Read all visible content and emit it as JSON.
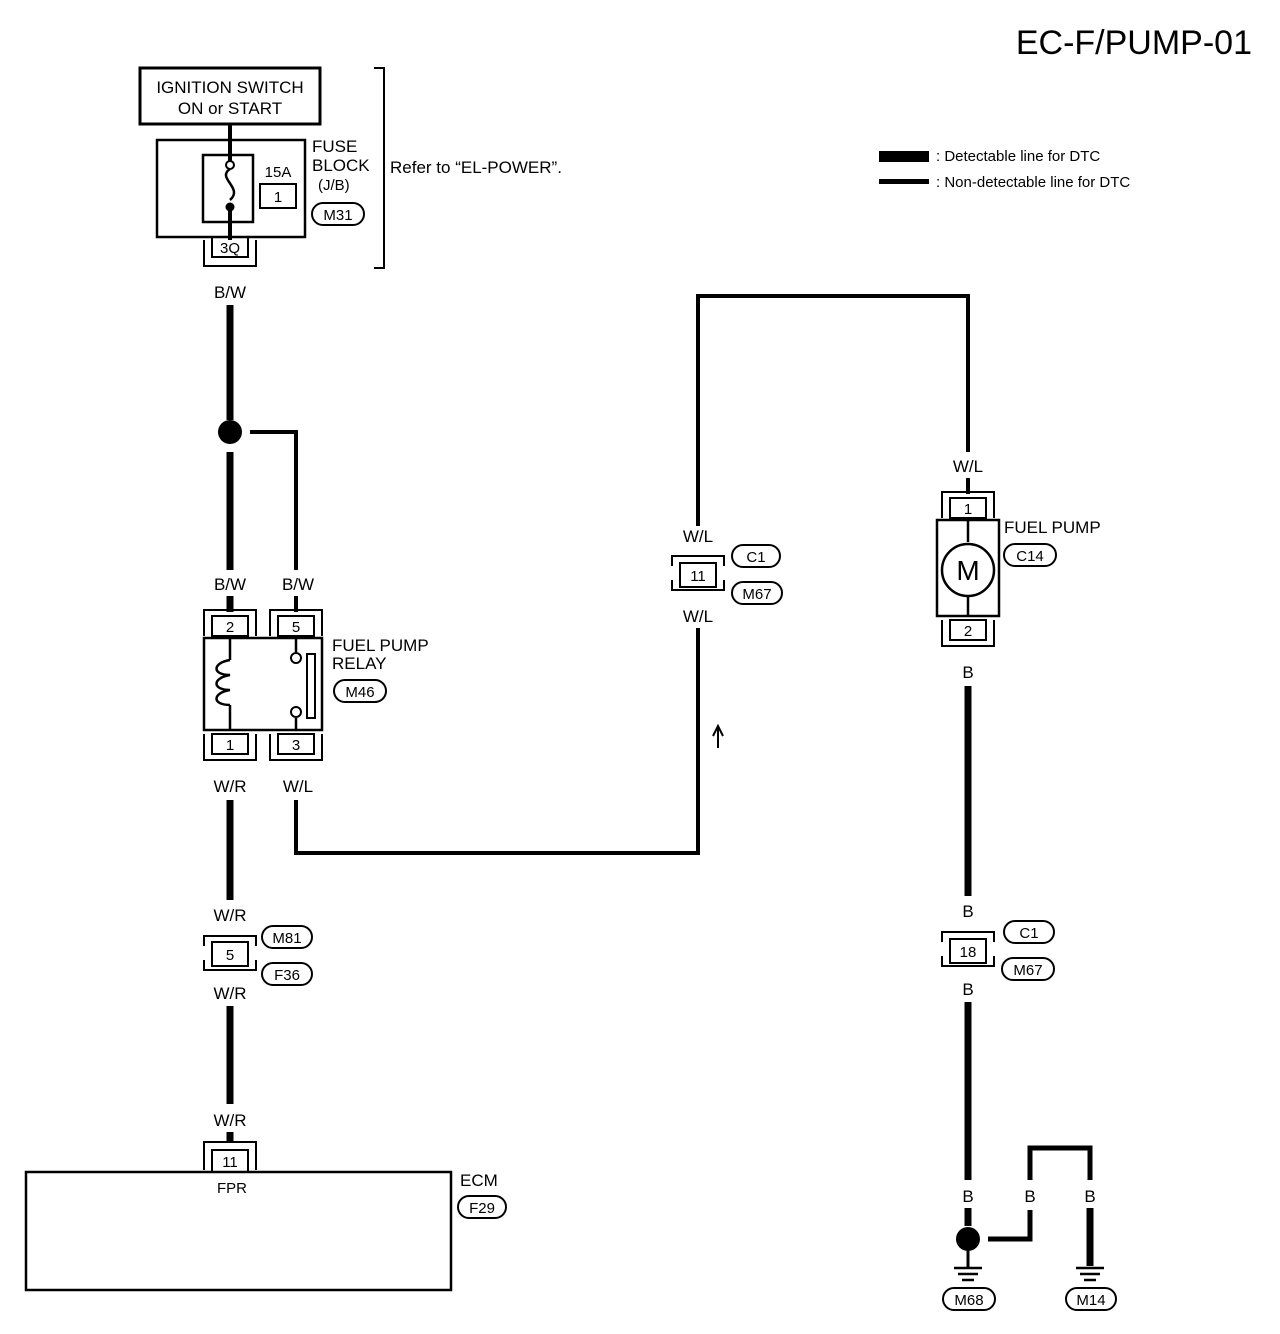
{
  "title": "EC-F/PUMP-01",
  "legend": {
    "detectable": ": Detectable line for DTC",
    "non_detectable": ": Non-detectable line for DTC"
  },
  "ignition": {
    "line1": "IGNITION SWITCH",
    "line2": "ON or START"
  },
  "fuse_block": {
    "name1": "FUSE",
    "name2": "BLOCK",
    "name3": "(J/B)",
    "rating": "15A",
    "fuse_no": "1",
    "connector": "M31",
    "terminal": "3Q",
    "refer": "Refer to “EL-POWER”."
  },
  "relay": {
    "name1": "FUEL PUMP",
    "name2": "RELAY",
    "connector": "M46",
    "pins": {
      "p2": "2",
      "p5": "5",
      "p1": "1",
      "p3": "3"
    }
  },
  "connector_c1_top": {
    "pin": "11",
    "upper": "C1",
    "lower": "M67"
  },
  "connector_m81": {
    "pin": "5",
    "upper": "M81",
    "lower": "F36"
  },
  "connector_c1_bottom": {
    "pin": "18",
    "upper": "C1",
    "lower": "M67"
  },
  "fuel_pump": {
    "name": "FUEL PUMP",
    "connector": "C14",
    "motor": "M",
    "pin_top": "1",
    "pin_bottom": "2"
  },
  "ecm": {
    "name": "ECM",
    "connector": "F29",
    "pin": "11",
    "pin_name": "FPR"
  },
  "wires": {
    "bw": "B/W",
    "wr": "W/R",
    "wl": "W/L",
    "b": "B"
  },
  "grounds": {
    "g1": "M68",
    "g2": "M14"
  },
  "colors": {
    "line": "#000000",
    "background": "#ffffff"
  }
}
